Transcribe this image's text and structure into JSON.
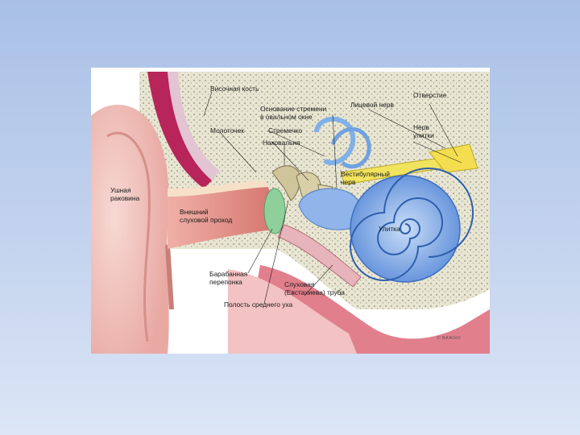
{
  "labels": {
    "temporal_bone": "Височная кость",
    "opening": "Отверстие",
    "stapes_base": [
      "Основание стремени",
      "в овальном окне"
    ],
    "facial_nerve": "Лицевой нерв",
    "malleus": "Молоточек",
    "stapes": "Стремечко",
    "cochlear_nerve": [
      "Нерв",
      "улитки"
    ],
    "incus": "Наковальня",
    "vestibular_nerve": [
      "Вестибулярный",
      "нерв"
    ],
    "auricle": [
      "Ушная",
      "раковина"
    ],
    "ear_canal": [
      "Внешний",
      "слуховой проход"
    ],
    "cochlea": "Улитка",
    "eardrum": [
      "Барабанная",
      "перепонка"
    ],
    "eustachian_tube": [
      "Слуховая",
      "(Евстахиева) труба"
    ],
    "middle_ear_cavity": "Полость среднего уха"
  },
  "credit": "© ВАЖНО"
}
